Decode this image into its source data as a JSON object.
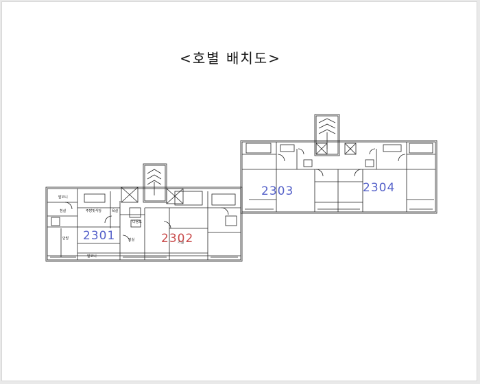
{
  "title": "<호별 배치도>",
  "units": {
    "u2301": {
      "label": "2301",
      "color": "#5561c9"
    },
    "u2302": {
      "label": "2302",
      "color": "#c94a4a"
    },
    "u2303": {
      "label": "2303",
      "color": "#5561c9"
    },
    "u2304": {
      "label": "2304",
      "color": "#5561c9"
    }
  },
  "rooms": {
    "balcony_top": "발코니",
    "kitchen": "주방및식당",
    "room_a": "침실",
    "room_b": "욕실",
    "master": "안방",
    "living": "거실",
    "living2": "거실",
    "balcony_bottom": "발코니",
    "utility": "다용도"
  }
}
